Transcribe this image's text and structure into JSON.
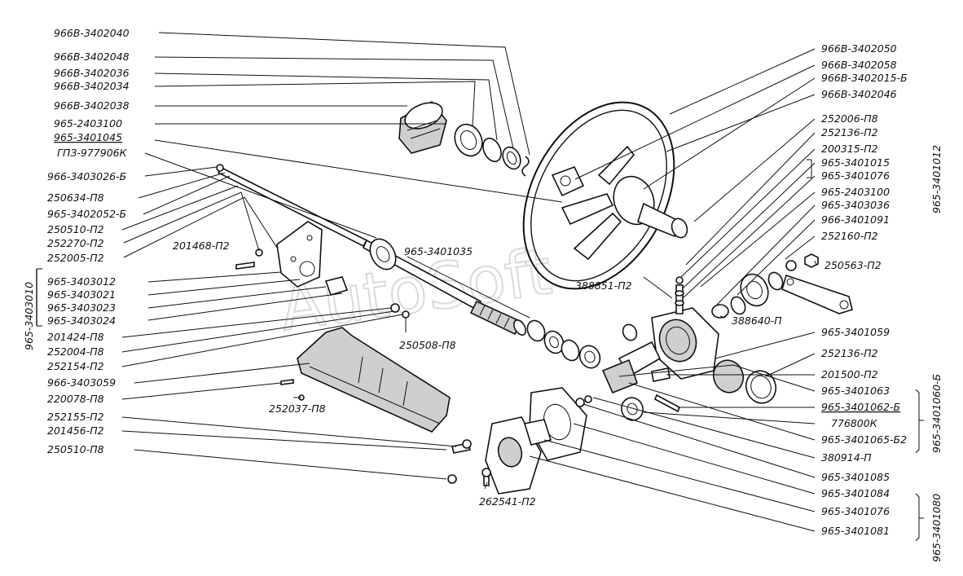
{
  "watermark": "AutoSoft",
  "labels": {
    "l01": "966В-3402040",
    "l02": "966В-3402048",
    "l03": "966В-3402036",
    "l04": "966В-3402034",
    "l05": "966В-3402038",
    "l06": "965-2403100",
    "l07": "965-3401045",
    "l08": "ГПЗ-977906К",
    "l09": "966-3403026-Б",
    "l10": "250634-П8",
    "l11": "965-3402052-Б",
    "l12": "250510-П2",
    "l13": "252270-П2",
    "l14": "252005-П2",
    "l15": "201468-П2",
    "l16": "965-3403012",
    "l17": "965-3403021",
    "l18": "965-3403023",
    "l19": "965-3403024",
    "l20": "201424-П8",
    "l21": "252004-П8",
    "l22": "252154-П2",
    "l23": "250508-П8",
    "l24": "966-3403059",
    "l25": "220078-П8",
    "l26": "252037-П8",
    "l27": "252155-П2",
    "l28": "201456-П2",
    "l29": "250510-П8",
    "l30": "262541-П2",
    "l31": "965-3401035",
    "l32": "966В-3402050",
    "l33": "966В-3402058",
    "l34": "966В-3402015-Б",
    "l35": "966В-3402046",
    "l36": "252006-П8",
    "l37": "252136-П2",
    "l38": "200315-П2",
    "l39": "965-3401015",
    "l40": "965-3401076",
    "l41": "965-2403100",
    "l42": "965-3403036",
    "l43": "966-3401091",
    "l44": "252160-П2",
    "l45": "250563-П2",
    "l46": "388851-П2",
    "l47": "388640-П",
    "l48": "965-3401059",
    "l49": "252136-П2",
    "l50": "201500-П2",
    "l51": "965-3401063",
    "l52": "965-3401062-Б",
    "l53": "776800К",
    "l54": "965-3401065-Б2",
    "l55": "380914-П",
    "l56": "965-3401085",
    "l57": "965-3401084",
    "l58": "965-3401076",
    "l59": "965-3401081"
  },
  "groups": {
    "g1": "965-3403010",
    "g2": "965-3401012",
    "g3": "965-3401060-Б",
    "g4": "965-3401080"
  }
}
